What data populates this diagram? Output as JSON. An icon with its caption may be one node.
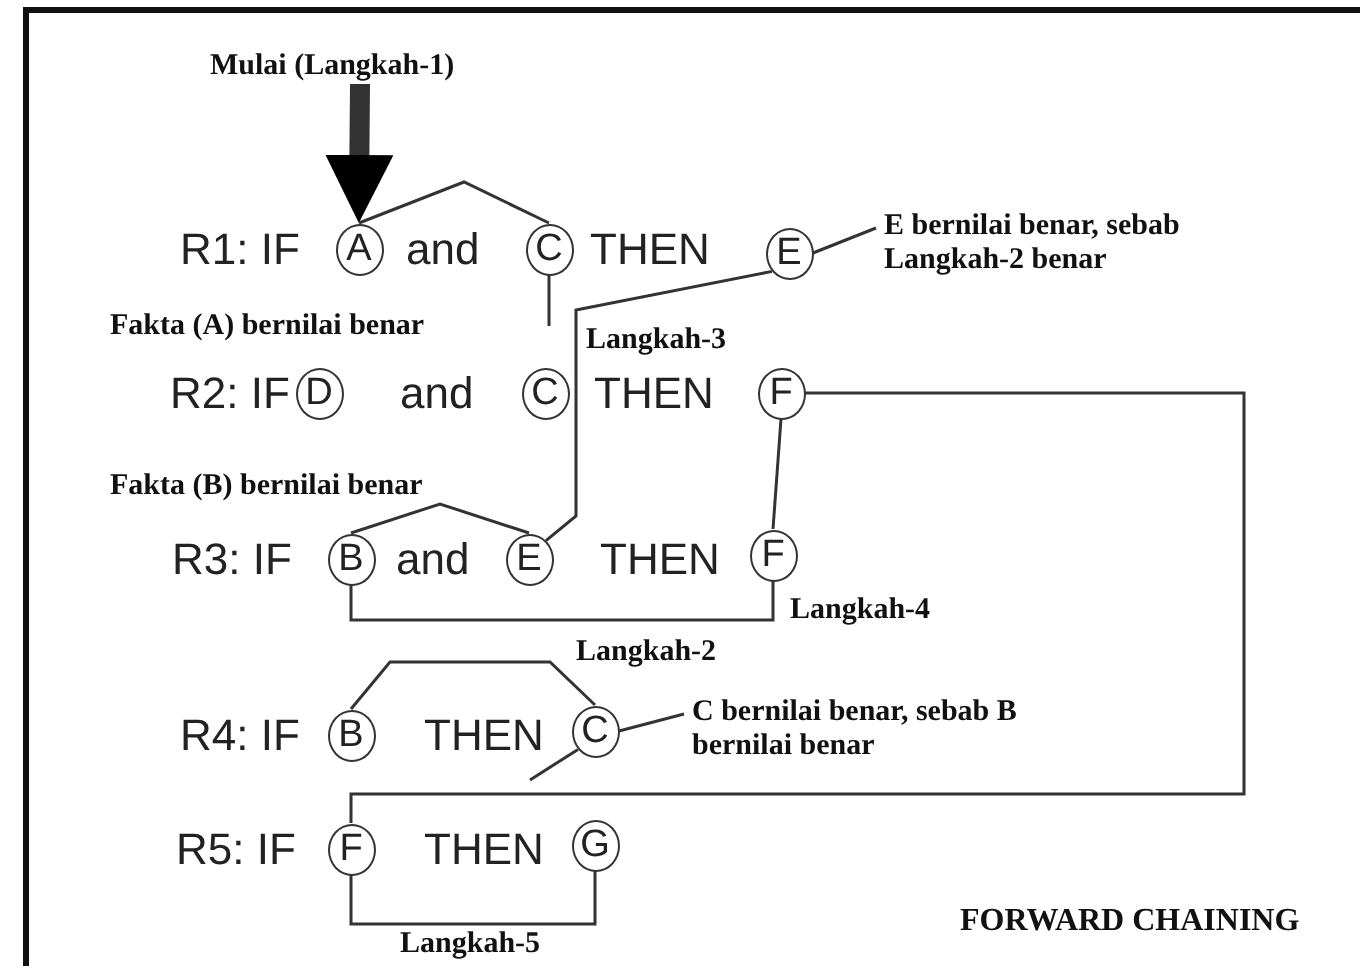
{
  "diagram": {
    "title": "FORWARD CHAINING",
    "nodes": [
      {
        "text": [
          "Mulai (Langkah-1)"
        ]
      },
      {
        "text": [
          "A"
        ]
      },
      {
        "text": [
          "C"
        ]
      },
      {
        "text": [
          "E"
        ]
      },
      {
        "text": [
          "E bernilai benar, sebab Langkah-2 benar"
        ]
      },
      {
        "text": [
          "D"
        ]
      },
      {
        "text": [
          "C"
        ]
      },
      {
        "text": [
          "F"
        ]
      },
      {
        "text": [
          "B"
        ]
      },
      {
        "text": [
          "E"
        ]
      },
      {
        "text": [
          "F"
        ]
      },
      {
        "text": [
          "B"
        ]
      },
      {
        "text": [
          "C"
        ]
      },
      {
        "text": [
          "C bernilai benar, sebab B bernilai benar"
        ]
      },
      {
        "text": [
          "F"
        ]
      },
      {
        "text": [
          "G"
        ]
      }
    ],
    "edges": [
      {
        "from": 0,
        "to": 1,
        "arrow": "to",
        "style": "thick"
      },
      {
        "from": 1,
        "to": 2,
        "arrow": "none"
      },
      {
        "from": 2,
        "to": null,
        "arrow": "none"
      },
      {
        "from": 4,
        "to": 3,
        "arrow": "none"
      },
      {
        "from": 3,
        "to": 9,
        "arrow": "none",
        "label": "Langkah-3"
      },
      {
        "from": 7,
        "to": 10,
        "arrow": "none"
      },
      {
        "from": 7,
        "to": 14,
        "arrow": "none"
      },
      {
        "from": 8,
        "to": 9,
        "arrow": "none"
      },
      {
        "from": 8,
        "to": 10,
        "arrow": "none",
        "label": "Langkah-4"
      },
      {
        "from": 11,
        "to": 12,
        "arrow": "none",
        "label": "Langkah-2"
      },
      {
        "from": 13,
        "to": 12,
        "arrow": "none"
      },
      {
        "from": 12,
        "to": null,
        "arrow": "none"
      },
      {
        "from": 14,
        "to": 15,
        "arrow": "none",
        "label": "Langkah-5"
      }
    ],
    "labels": [
      "R1: IF",
      "and",
      "THEN",
      "Fakta (A) bernilai benar",
      "R2: IF",
      "and",
      "THEN",
      "Fakta (B) bernilai benar",
      "R3: IF",
      "and",
      "THEN",
      "R4: IF",
      "THEN",
      "R5: IF",
      "THEN"
    ]
  }
}
